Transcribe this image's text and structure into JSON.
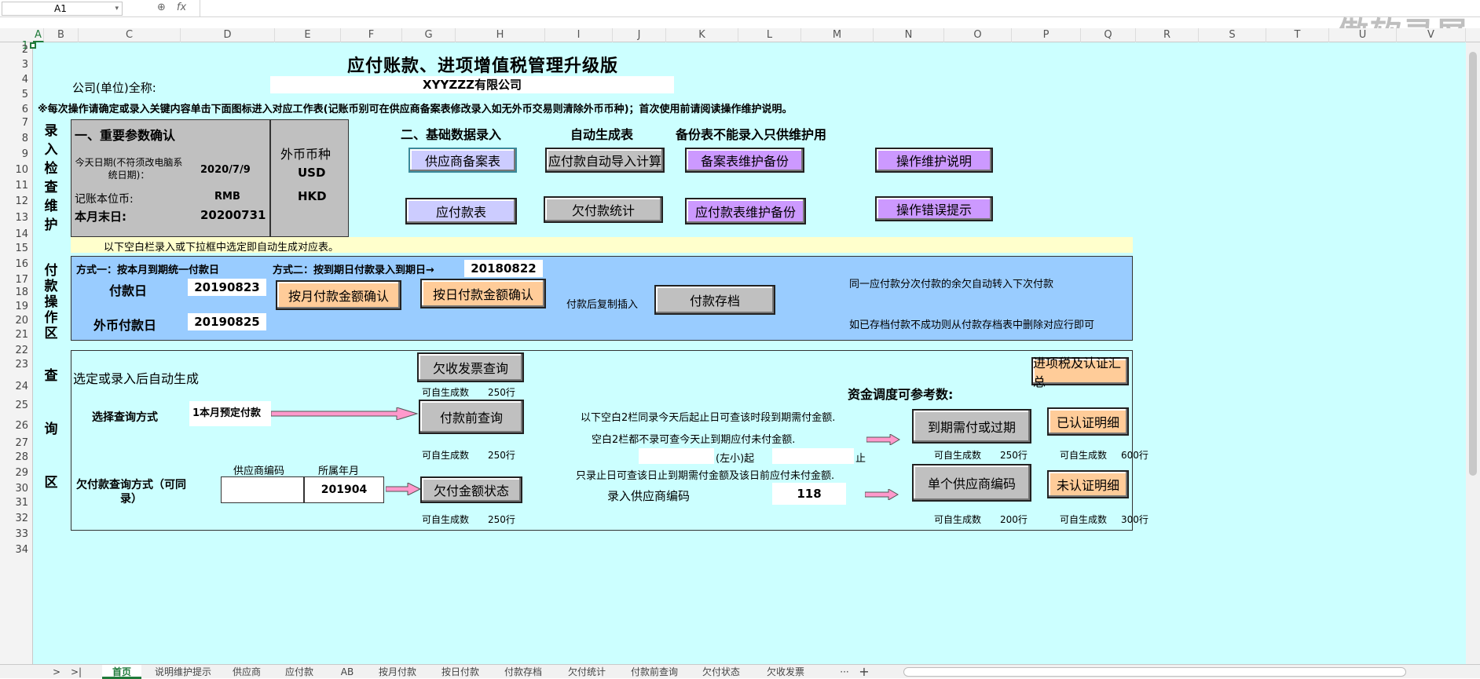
{
  "formula_bar": {
    "name_box": "A1",
    "fx": "fx",
    "watermark": "傲软录屏"
  },
  "columns": [
    "A",
    "B",
    "C",
    "D",
    "E",
    "F",
    "G",
    "H",
    "I",
    "J",
    "K",
    "L",
    "M",
    "N",
    "O",
    "P",
    "Q",
    "R",
    "S",
    "T",
    "U",
    "V"
  ],
  "rows": [
    "1",
    "2",
    "3",
    "4",
    "5",
    "6",
    "7",
    "8",
    "9",
    "10",
    "11",
    "12",
    "13",
    "14",
    "15",
    "16",
    "17",
    "18",
    "19",
    "20",
    "21",
    "22",
    "23",
    "24",
    "25",
    "26",
    "27",
    "28",
    "29",
    "30",
    "31",
    "32",
    "33",
    "34"
  ],
  "header": {
    "title": "应付账款、进项增值税管理升级版",
    "company_label": "公司(单位)全称:",
    "company_name": "XYYZZZ有限公司",
    "notice": "※每次操作请确定或录入关键内容单击下面图标进入对应工作表(记账币别可在供应商备案表修改录入如无外币交易则清除外币币种)；首次使用前请阅读操作维护说明。"
  },
  "section1": {
    "side_label": [
      "录",
      "入",
      "检",
      "查",
      "维",
      "护"
    ],
    "title": "一、重要参数确认",
    "today_label": "今天日期(不符须改电脑系统日期)：",
    "today_value": "2020/7/9",
    "currency_label": "记账本位币:",
    "currency_value": "RMB",
    "month_end_label": "本月末日:",
    "month_end_value": "20200731",
    "foreign_header": "外币币种",
    "foreign_1": "USD",
    "foreign_2": "HKD",
    "sec2_title": "二、基础数据录入",
    "auto_title": "自动生成表",
    "backup_title": "备份表不能录入只供维护用",
    "buttons": {
      "supplier_record": "供应商备案表",
      "payables_import": "应付款自动导入计算",
      "record_backup": "备案表维护备份",
      "op_guide": "操作维护说明",
      "payables": "应付款表",
      "arrears_stats": "欠付款统计",
      "payables_backup": "应付款表维护备份",
      "error_tips": "操作错误提示"
    },
    "hint": "以下空白栏录入或下拉框中选定即自动生成对应表。"
  },
  "section2": {
    "side_label": [
      "付",
      "款",
      "操",
      "作",
      "区"
    ],
    "mode1": "方式一：按本月到期统一付款日",
    "mode2": "方式二：按到期日付款录入到期日→",
    "mode2_value": "20180822",
    "pay_date_label": "付款日",
    "pay_date_value": "20190823",
    "fx_pay_date_label": "外币付款日",
    "fx_pay_date_value": "20190825",
    "btn_month_confirm": "按月付款金额确认",
    "btn_day_confirm": "按日付款金额确认",
    "copy_insert": "付款后复制插入",
    "btn_archive": "付款存档",
    "note1": "同一应付款分次付款的余欠自动转入下次付款",
    "note2": "如已存档付款不成功则从付款存档表中删除对应行即可"
  },
  "section3": {
    "side_label": [
      "查",
      "询",
      "区"
    ],
    "auto_hint": "选定或录入后自动生成",
    "btn_invoice_query": "欠收发票查询",
    "gen_250_a": "可自生成数",
    "rows_250": "250行",
    "query_method_label": "选择查询方式",
    "query_method_value": "1本月预定付款",
    "btn_prepay_query": "付款前查询",
    "arrears_query_label": "欠付款查询方式（可同录）",
    "supplier_code_header": "供应商编码",
    "month_header": "所属年月",
    "month_value": "201904",
    "btn_arrears_status": "欠付金额状态",
    "tip1": "以下空白2栏同录今天后起止日可查该时段到期需付金额.",
    "tip2": "空白2栏都不录可查今天止到期应付未付金额.",
    "from_label": "(左小)起",
    "to_label": "止",
    "tip3": "只录止日可查该日止到期需付金额及该日前应付未付金额.",
    "supplier_code_label": "录入供应商编码",
    "supplier_code_value": "118",
    "funds_title": "资金调度可参考数:",
    "btn_due_overdue": "到期需付或过期",
    "btn_single_supplier": "单个供应商编码",
    "btn_tax_summary": "进项税及认证汇总",
    "btn_certified": "已认证明细",
    "btn_uncertified": "未认证明细",
    "rows_200": "200行",
    "rows_600": "600行",
    "rows_300": "300行"
  },
  "tabs": [
    "首页",
    "说明维护提示",
    "供应商",
    "应付款",
    "AB",
    "按月付款",
    "按日付款",
    "付款存档",
    "欠付统计",
    "付款前查询",
    "欠付状态",
    "欠收发票"
  ],
  "tab_nav": {
    "prev": ">",
    "last": ">|",
    "more": "···",
    "add": "+"
  }
}
